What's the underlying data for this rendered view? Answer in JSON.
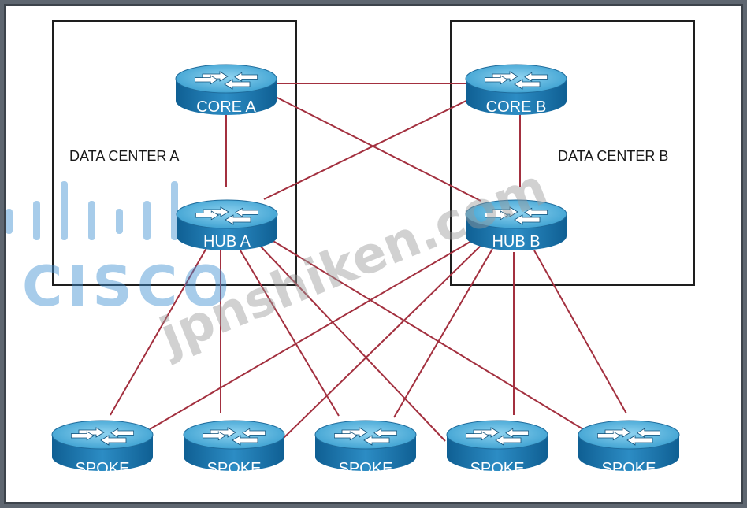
{
  "data_centers": {
    "a": {
      "label": "DATA CENTER A"
    },
    "b": {
      "label": "DATA CENTER B"
    }
  },
  "routers": {
    "core_a": {
      "label": "CORE A"
    },
    "core_b": {
      "label": "CORE B"
    },
    "hub_a": {
      "label": "HUB A"
    },
    "hub_b": {
      "label": "HUB B"
    },
    "spokes": [
      {
        "label": "SPOKE"
      },
      {
        "label": "SPOKE"
      },
      {
        "label": "SPOKE"
      },
      {
        "label": "SPOKE"
      },
      {
        "label": "SPOKE"
      }
    ]
  },
  "links": [
    [
      "core_a",
      "core_b"
    ],
    [
      "core_a",
      "hub_a"
    ],
    [
      "core_a",
      "hub_b"
    ],
    [
      "core_b",
      "hub_a"
    ],
    [
      "core_b",
      "hub_b"
    ],
    [
      "hub_a",
      "spoke_1"
    ],
    [
      "hub_a",
      "spoke_2"
    ],
    [
      "hub_a",
      "spoke_3"
    ],
    [
      "hub_a",
      "spoke_4"
    ],
    [
      "hub_a",
      "spoke_5"
    ],
    [
      "hub_b",
      "spoke_1"
    ],
    [
      "hub_b",
      "spoke_2"
    ],
    [
      "hub_b",
      "spoke_3"
    ],
    [
      "hub_b",
      "spoke_4"
    ],
    [
      "hub_b",
      "spoke_5"
    ]
  ],
  "colors": {
    "link": "#a3303f",
    "router_top": "#5fb6dd",
    "router_body": "#1a73a8",
    "box_border": "#1e1e1e"
  },
  "watermarks": {
    "logo_text": "CISCO",
    "site_text": "jpnshiken.com"
  }
}
